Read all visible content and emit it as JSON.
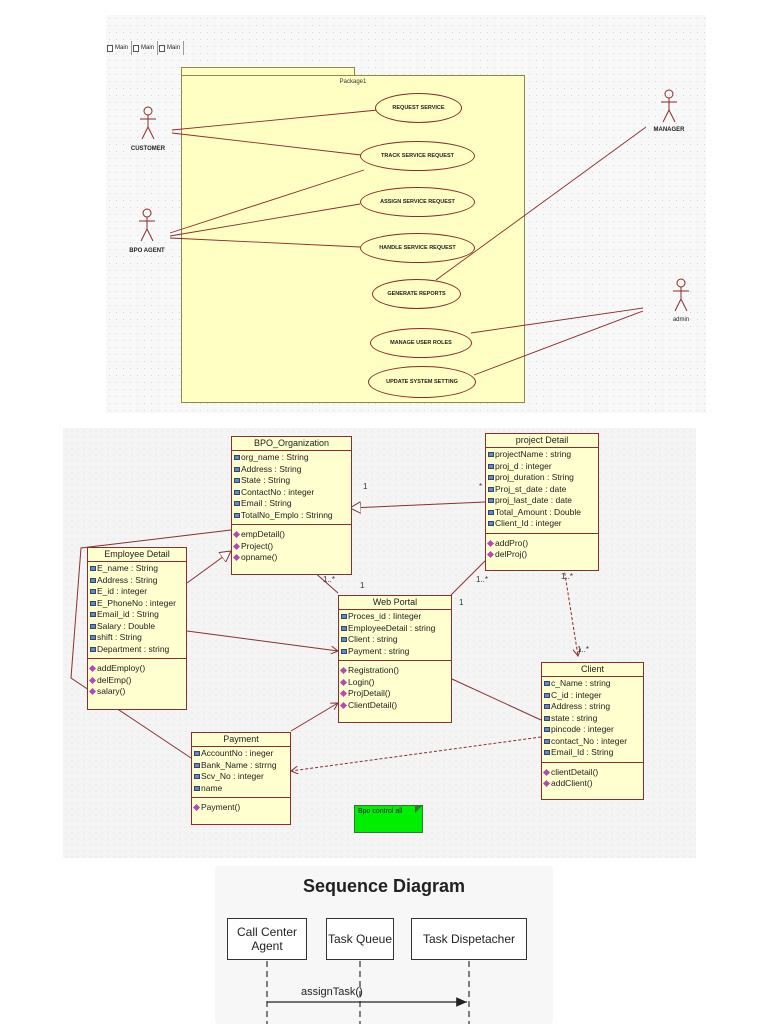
{
  "usecase": {
    "tabs": [
      "Main",
      "Main",
      "Main"
    ],
    "package_label": "Package1",
    "use_cases": [
      "REQUEST SERVICE",
      "TRACK SERVICE REQUEST",
      "ASSIGN SERVICE REQUEST",
      "HANDLE SERVICE REQUEST",
      "GENERATE REPORTS",
      "MANAGE USER ROLES",
      "UPDATE SYSTEM SETTING"
    ],
    "actors": [
      "CUSTOMER",
      "BPO AGENT",
      "MANAGER",
      "admin"
    ]
  },
  "class_diagram": {
    "classes": {
      "bpo": {
        "name": "BPO_Organization",
        "attributes": [
          "org_name : String",
          "Address : String",
          "State : String",
          "ContactNo : integer",
          "Email : String",
          "TotalNo_Emplo : Strinng"
        ],
        "operations": [
          "empDetail()",
          "Project()",
          "opname()"
        ]
      },
      "project": {
        "name": "project Detail",
        "attributes": [
          "projectName : string",
          "proj_d : integer",
          "proj_duration : String",
          "Proj_st_date : date",
          "proj_last_date : date",
          "Total_Amount : Double",
          "Client_Id : integer"
        ],
        "operations": [
          "addPro()",
          "delProj()"
        ]
      },
      "employee": {
        "name": "Employee Detail",
        "attributes": [
          "E_name : String",
          "Address : String",
          "E_id : integer",
          "E_PhoneNo : integer",
          "Email_id : String",
          "Salary : Double",
          "shift : String",
          "Department : string"
        ],
        "operations": [
          "addEmploy()",
          "delEmp()",
          "salary()"
        ]
      },
      "webportal": {
        "name": "Web Portal",
        "attributes": [
          "Proces_id : Iinteger",
          "EmployeeDetail : string",
          "Client : string",
          "Payment : string"
        ],
        "operations": [
          "Registration()",
          "Login()",
          "ProjDetail()",
          "ClientDetail()"
        ]
      },
      "client": {
        "name": "Client",
        "attributes": [
          "c_Name : string",
          "C_id : integer",
          "Address : string",
          "state : string",
          "pincode : integer",
          "contact_No : integer",
          "Email_Id : String"
        ],
        "operations": [
          "clientDetail()",
          "addClient()"
        ]
      },
      "payment": {
        "name": "Payment",
        "attributes": [
          "AccountNo : ineger",
          "Bank_Name : strrng",
          "Scv_No : integer",
          "name"
        ],
        "operations": [
          "Payment()"
        ]
      }
    },
    "note": "Bpo control all",
    "multiplicities": [
      "*",
      "1",
      "1..*",
      "1",
      "1..*",
      "1",
      "1..*",
      "1..*"
    ]
  },
  "sequence": {
    "title": "Sequence Diagram",
    "lifelines": [
      "Call Center Agent",
      "Task Queue",
      "Task Dispetacher"
    ],
    "messages": [
      "assignTask()"
    ]
  }
}
